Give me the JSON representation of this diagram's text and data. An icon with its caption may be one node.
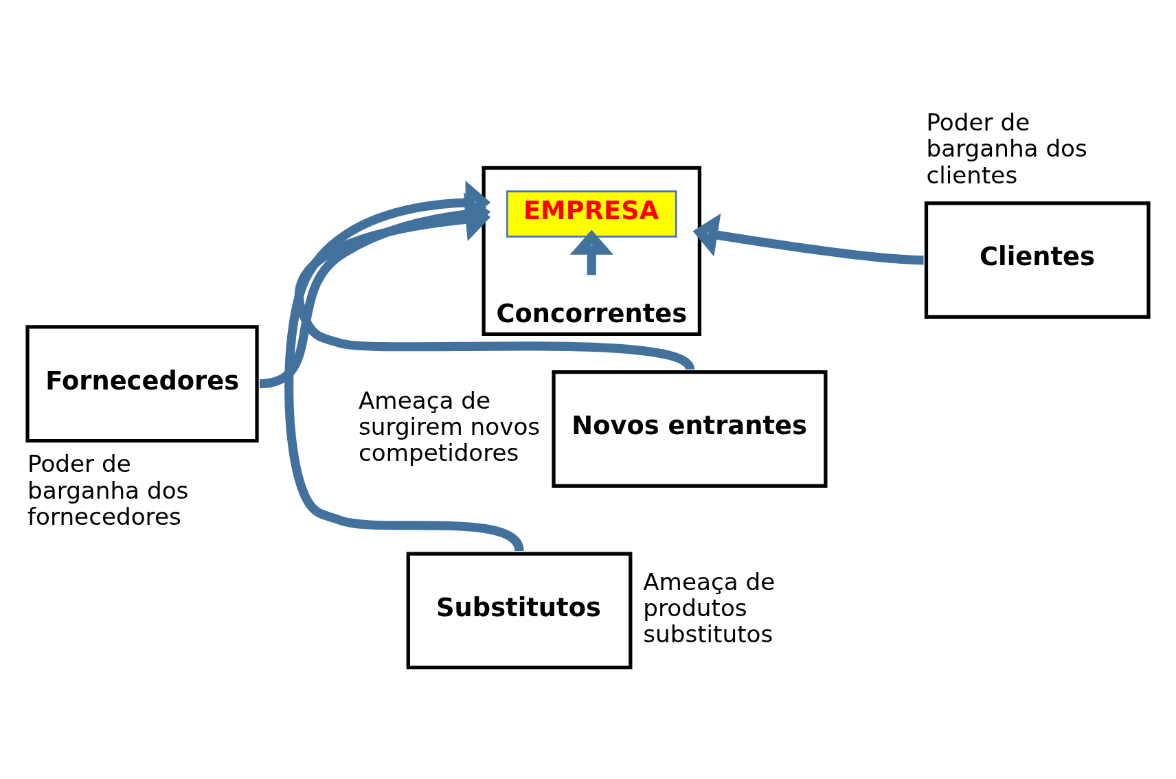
{
  "diagram": {
    "nodes": [
      {
        "text": [
          "Novos entrantes"
        ],
        "beside": [
          "Ameaça de surgirem novos competidores"
        ]
      },
      {
        "text": [
          "Concorrentes"
        ]
      },
      {
        "text": [
          "EMPRESA"
        ],
        "in": 1
      },
      {
        "text": [
          "Fornecedores"
        ],
        "beside": [
          "Poder de barganha dos fornecedores"
        ]
      },
      {
        "text": [
          "Clientes"
        ],
        "beside": [
          "Poder de barganha dos clientes"
        ]
      },
      {
        "text": [
          "Substitutos"
        ],
        "beside": [
          "Ameaça de produtos substitutos"
        ]
      }
    ],
    "edges": [
      {
        "from": 0,
        "to": 1,
        "arrow": "to"
      },
      {
        "from": 3,
        "to": 1,
        "arrow": "to"
      },
      {
        "from": 4,
        "to": 1,
        "arrow": "to"
      },
      {
        "from": 5,
        "to": 1,
        "arrow": "to"
      },
      {
        "from": null,
        "to": 2,
        "arrow": "to"
      }
    ]
  }
}
